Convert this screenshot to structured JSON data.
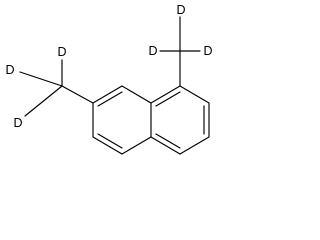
{
  "structure": {
    "atoms": {
      "d1": "D",
      "d2": "D",
      "d3": "D",
      "d4": "D",
      "d5": "D",
      "d6": "D"
    }
  }
}
